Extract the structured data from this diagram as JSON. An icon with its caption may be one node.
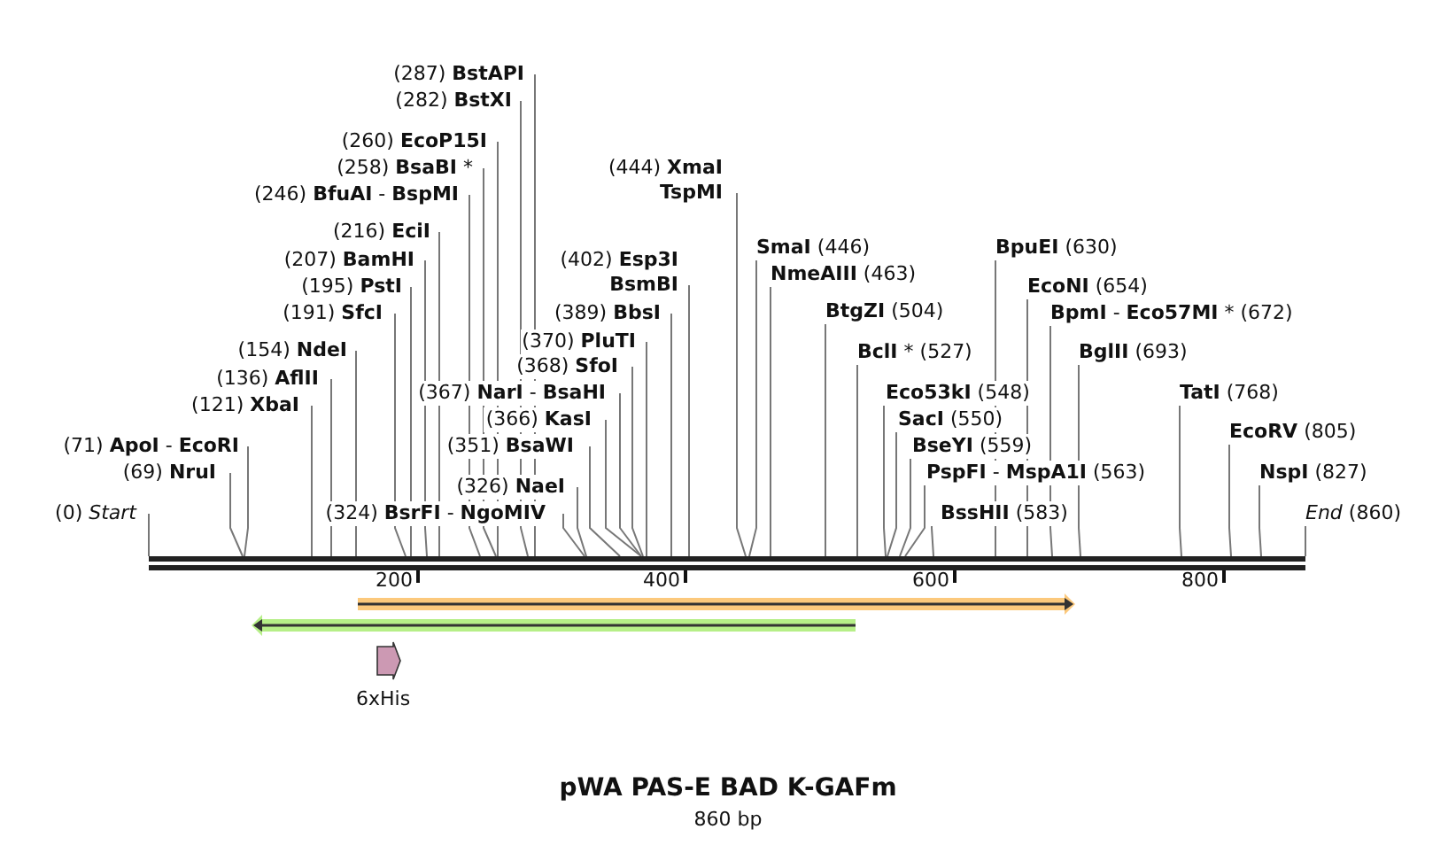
{
  "diagram": {
    "title": "pWA PAS-E BAD K-GAFm",
    "caption": "860 bp",
    "nodes": [
      {
        "text": [
          "(287) **BstAPI**"
        ]
      },
      {
        "text": [
          "(282) **BstXI**"
        ]
      },
      {
        "text": [
          "(260) **EcoP15I**"
        ]
      },
      {
        "text": [
          "(258) **BsaBI** *"
        ]
      },
      {
        "text": [
          "(246) **BfuAI** - **BspMI**"
        ]
      },
      {
        "text": [
          "(444) **XmaI**",
          "**TspMI**"
        ]
      },
      {
        "text": [
          "(216) **EciI**"
        ]
      },
      {
        "text": [
          "(207) **BamHI**"
        ]
      },
      {
        "text": [
          "(402) **Esp3I**",
          "**BsmBI**"
        ]
      },
      {
        "text": [
          "**SmaI** (446)"
        ]
      },
      {
        "text": [
          "**BpuEI** (630)"
        ]
      },
      {
        "text": [
          "**NmeAIII** (463)"
        ]
      },
      {
        "text": [
          "(195) **PstI**"
        ]
      },
      {
        "text": [
          "**EcoNI** (654)"
        ]
      },
      {
        "text": [
          "(191) **SfcI**"
        ]
      },
      {
        "text": [
          "(389) **BbsI**"
        ]
      },
      {
        "text": [
          "**BtgZI** (504)"
        ]
      },
      {
        "text": [
          "**BpmI** - **Eco57MI** * (672)"
        ]
      },
      {
        "text": [
          "(370) **PluTI**"
        ]
      },
      {
        "text": [
          "(154) **NdeI**"
        ]
      },
      {
        "text": [
          "**BclI** * (527)"
        ]
      },
      {
        "text": [
          "**BglII** (693)"
        ]
      },
      {
        "text": [
          "(368) **SfoI**"
        ]
      },
      {
        "text": [
          "(136) **AflII**"
        ]
      },
      {
        "text": [
          "(367) **NarI** - **BsaHI**"
        ]
      },
      {
        "text": [
          "**Eco53kI** (548)"
        ]
      },
      {
        "text": [
          "**TatI** (768)"
        ]
      },
      {
        "text": [
          "(121) **XbaI**"
        ]
      },
      {
        "text": [
          "(366) **KasI**"
        ]
      },
      {
        "text": [
          "**SacI** (550)"
        ]
      },
      {
        "text": [
          "**EcoRV** (805)"
        ]
      },
      {
        "text": [
          "(71) **ApoI** - **EcoRI**"
        ]
      },
      {
        "text": [
          "(351) **BsaWI**"
        ]
      },
      {
        "text": [
          "**BseYI** (559)"
        ]
      },
      {
        "text": [
          "(69) **NruI**"
        ]
      },
      {
        "text": [
          "**PspFI** - **MspA1I** (563)"
        ]
      },
      {
        "text": [
          "**NspI** (827)"
        ]
      },
      {
        "text": [
          "(326) **NaeI**"
        ]
      },
      {
        "text": [
          "(0) *Start*"
        ]
      },
      {
        "text": [
          "(324) **BsrFI** - **NgoMIV**"
        ]
      },
      {
        "text": [
          "**BssHII** (583)"
        ]
      },
      {
        "text": [
          "*End* (860)"
        ]
      },
      {
        "text": [],
        "shape": "bar"
      },
      {
        "text": [
          "6xHis"
        ]
      }
    ],
    "edges": [
      {
        "from": 0,
        "to": 42,
        "arrow": "none"
      },
      {
        "from": 1,
        "to": 42,
        "arrow": "none"
      },
      {
        "from": 2,
        "to": 42,
        "arrow": "none"
      },
      {
        "from": 3,
        "to": 42,
        "arrow": "none"
      },
      {
        "from": 4,
        "to": 42,
        "arrow": "none"
      },
      {
        "from": 5,
        "to": 42,
        "arrow": "none"
      },
      {
        "from": 6,
        "to": 42,
        "arrow": "none"
      },
      {
        "from": 7,
        "to": 42,
        "arrow": "none"
      },
      {
        "from": 8,
        "to": 42,
        "arrow": "none"
      },
      {
        "from": 9,
        "to": 42,
        "arrow": "none"
      },
      {
        "from": 10,
        "to": 42,
        "arrow": "none"
      },
      {
        "from": 11,
        "to": 42,
        "arrow": "none"
      },
      {
        "from": 12,
        "to": 42,
        "arrow": "none"
      },
      {
        "from": 13,
        "to": 42,
        "arrow": "none"
      },
      {
        "from": 14,
        "to": 42,
        "arrow": "none"
      },
      {
        "from": 15,
        "to": 42,
        "arrow": "none"
      },
      {
        "from": 16,
        "to": 42,
        "arrow": "none"
      },
      {
        "from": 17,
        "to": 42,
        "arrow": "none"
      },
      {
        "from": 18,
        "to": 42,
        "arrow": "none"
      },
      {
        "from": 19,
        "to": 42,
        "arrow": "none"
      },
      {
        "from": 20,
        "to": 42,
        "arrow": "none"
      },
      {
        "from": 21,
        "to": 42,
        "arrow": "none"
      },
      {
        "from": 22,
        "to": 42,
        "arrow": "none"
      },
      {
        "from": 23,
        "to": 42,
        "arrow": "none"
      },
      {
        "from": 24,
        "to": 42,
        "arrow": "none"
      },
      {
        "from": 25,
        "to": 42,
        "arrow": "none"
      },
      {
        "from": 26,
        "to": 42,
        "arrow": "none"
      },
      {
        "from": 27,
        "to": 42,
        "arrow": "none"
      },
      {
        "from": 28,
        "to": 42,
        "arrow": "none"
      },
      {
        "from": 29,
        "to": 42,
        "arrow": "none"
      },
      {
        "from": 30,
        "to": 42,
        "arrow": "none"
      },
      {
        "from": 31,
        "to": 42,
        "arrow": "none"
      },
      {
        "from": 32,
        "to": 42,
        "arrow": "none"
      },
      {
        "from": 33,
        "to": 42,
        "arrow": "none"
      },
      {
        "from": 34,
        "to": 42,
        "arrow": "none"
      },
      {
        "from": 35,
        "to": 42,
        "arrow": "none"
      },
      {
        "from": 36,
        "to": 42,
        "arrow": "none"
      },
      {
        "from": 37,
        "to": 42,
        "arrow": "none"
      },
      {
        "from": 38,
        "to": 42,
        "arrow": "none"
      },
      {
        "from": 39,
        "to": 42,
        "arrow": "none"
      },
      {
        "from": 40,
        "to": 42,
        "arrow": "none"
      },
      {
        "from": 41,
        "to": 42,
        "arrow": "none"
      }
    ],
    "labels": [
      "200",
      "400",
      "600",
      "800"
    ]
  }
}
